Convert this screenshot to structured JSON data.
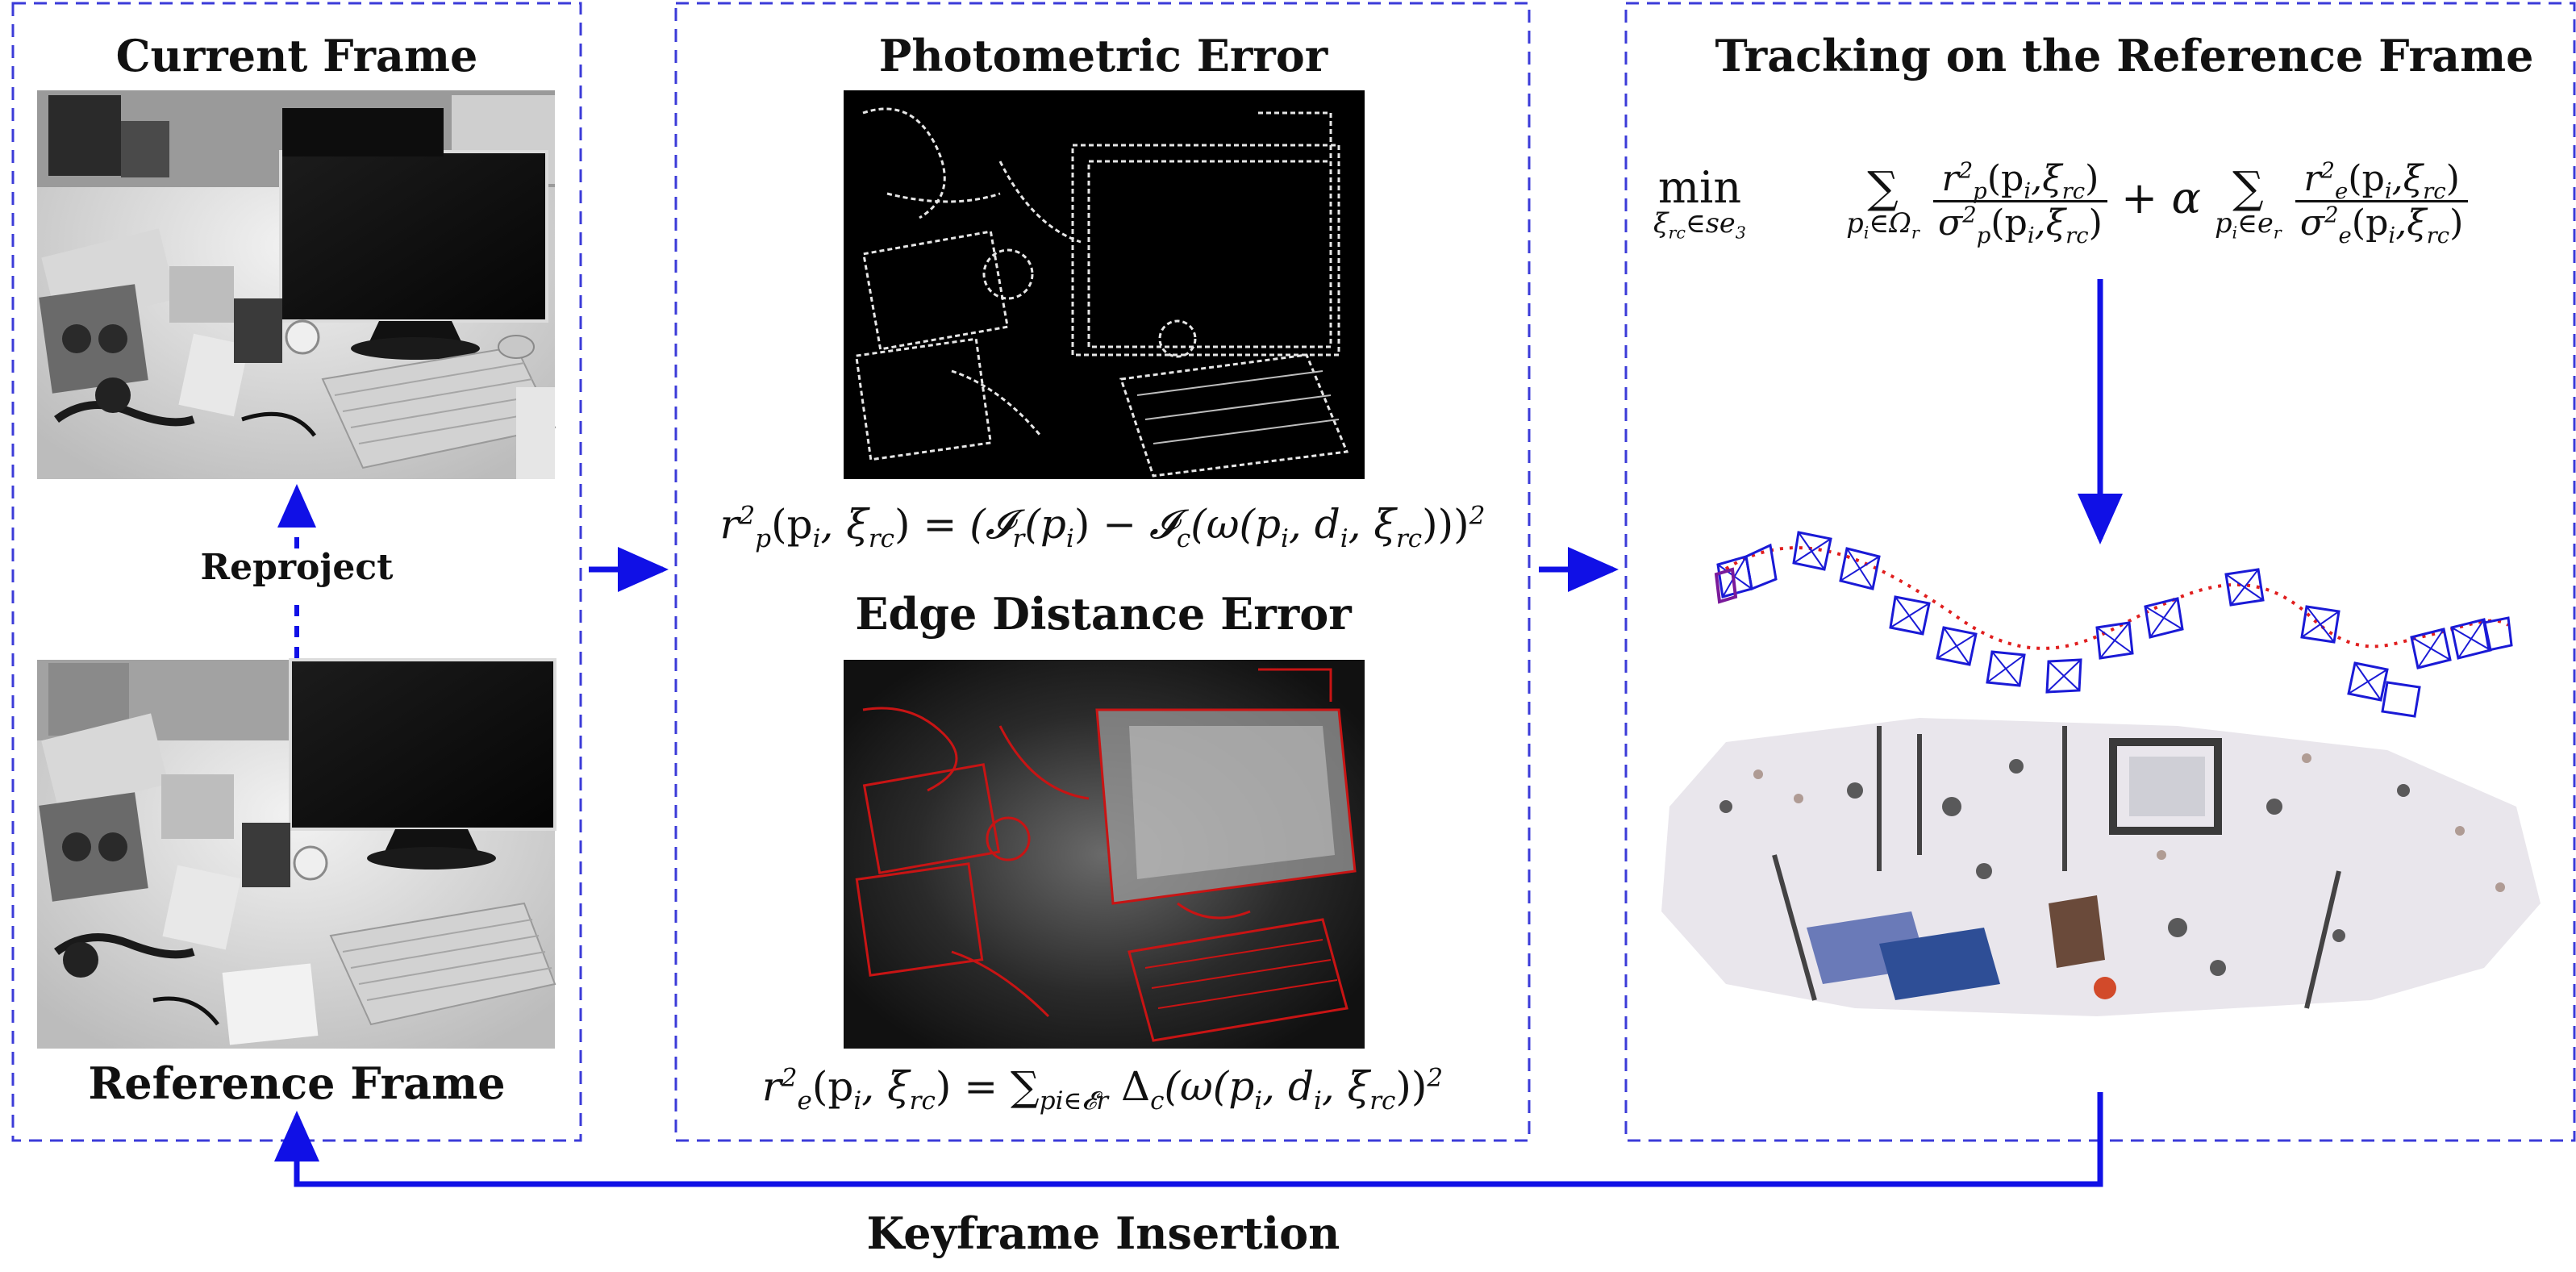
{
  "diagram": {
    "panels": {
      "left": {
        "title_top": "Current Frame",
        "title_bottom": "Reference Frame",
        "reproject_label": "Reproject",
        "current_image": "grayscale office desk scene (current frame)",
        "reference_image": "grayscale office desk scene (reference frame)"
      },
      "middle": {
        "title_top": "Photometric Error",
        "title_bottom": "Edge Distance Error",
        "photometric_image": "photometric residual map",
        "edge_image": "edge distance transform map"
      },
      "right": {
        "title": "Tracking on the Reference Frame",
        "trajectory_image": "camera trajectory with frustums",
        "pointcloud_image": "reconstructed 3D point cloud of office"
      }
    },
    "bottom_label": "Keyframe Insertion",
    "colors": {
      "arrow": "#1010e6",
      "dashed_border": "#3b3bd8",
      "edge_red": "#c81414",
      "trajectory_red": "#e01e1e"
    }
  },
  "equations": {
    "photometric": {
      "lhs_var": "r",
      "lhs_sub": "p",
      "lhs_sup": "2",
      "lhs_args": "(p",
      "lhs_i": "i",
      "lhs_xi": ", ξ",
      "lhs_rc": "rc",
      "lhs_close": ")",
      "equals": " = ",
      "I_r": "(𝓘",
      "I_r_sub": "r",
      "I_r_args": "(p",
      "I_r_i": "i",
      "I_r_close": ")",
      "minus": " − ",
      "I_c": "𝓘",
      "I_c_sub": "c",
      "I_c_args": "(ω(p",
      "I_c_i": "i",
      "I_c_d": ", d",
      "I_c_di": "i",
      "I_c_xi": ", ξ",
      "I_c_rc": "rc",
      "I_c_close": ")))",
      "I_c_sq": "2"
    },
    "edge": {
      "lhs_var": "r",
      "lhs_sub": "e",
      "lhs_sup": "2",
      "lhs_args": "(p",
      "lhs_i": "i",
      "lhs_xi": ", ξ",
      "lhs_rc": "rc",
      "lhs_close": ")",
      "equals": " = ",
      "sum": "∑",
      "sum_sub": "p",
      "sum_sub_i": "i",
      "sum_sub_in": "∈𝓔",
      "sum_sub_r": "r",
      "delta": " Δ",
      "delta_sub": "c",
      "delta_args": "(ω(p",
      "delta_i": "i",
      "delta_d": ", d",
      "delta_di": "i",
      "delta_xi": ", ξ",
      "delta_rc": "rc",
      "delta_close": "))",
      "delta_sq": "2"
    },
    "objective": {
      "min": "min",
      "min_lim": "ξ",
      "min_lim_rc": "rc",
      "min_lim_in": "∈se",
      "min_lim_3": "3",
      "sum1": "∑",
      "sum1_lim": "p",
      "sum1_lim_i": "i",
      "sum1_lim_in": "∈Ω",
      "sum1_lim_r": "r",
      "frac1_num": "r",
      "frac1_num_sup": "2",
      "frac1_num_sub": "p",
      "frac1_num_args": "(p",
      "frac1_num_i": "i",
      "frac1_num_xi": ",ξ",
      "frac1_num_rc": "rc",
      "frac1_num_close": ")",
      "frac1_den": "σ",
      "frac1_den_sup": "2",
      "frac1_den_sub": "p",
      "frac1_den_args": "(p",
      "frac1_den_i": "i",
      "frac1_den_xi": ",ξ",
      "frac1_den_rc": "rc",
      "frac1_den_close": ")",
      "plus_alpha": " + α ",
      "sum2": "∑",
      "sum2_lim": "p",
      "sum2_lim_i": "i",
      "sum2_lim_in": "∈e",
      "sum2_lim_r": "r",
      "frac2_num": "r",
      "frac2_num_sup": "2",
      "frac2_num_sub": "e",
      "frac2_num_args": "(p",
      "frac2_num_i": "i",
      "frac2_num_xi": ",ξ",
      "frac2_num_rc": "rc",
      "frac2_num_close": ")",
      "frac2_den": "σ",
      "frac2_den_sup": "2",
      "frac2_den_sub": "e",
      "frac2_den_args": "(p",
      "frac2_den_i": "i",
      "frac2_den_xi": ",ξ",
      "frac2_den_rc": "rc",
      "frac2_den_close": ")"
    }
  }
}
